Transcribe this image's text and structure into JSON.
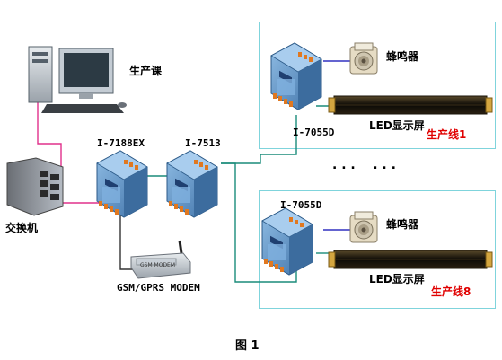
{
  "labels": {
    "production_dept": "生产课",
    "switch": "交换机",
    "i7188ex": "I-7188EX",
    "i7513": "I-7513",
    "modem": "GSM/GPRS MODEM",
    "modem_plate": "GSM MODEM",
    "buzzer_1": "蜂鸣器",
    "buzzer_2": "蜂鸣器",
    "i7055d_1": "I-7055D",
    "i7055d_2": "I-7055D",
    "led_1": "LED显示屏",
    "led_2": "LED显示屏",
    "line_1": "生产线1",
    "line_8": "生产线8",
    "ellipsis": ". . .    . . .",
    "caption": "图 1"
  },
  "colors": {
    "panel_border": "#7fd4dc",
    "ethernet_link": "#e0308c",
    "rs485_link": "#1a8c7a",
    "buzzer_link": "#3030c0",
    "modem_link": "#333333",
    "module_blue": "#5a8ec0",
    "terminal_orange": "#e07820",
    "label_red": "#e00000"
  },
  "icons": [
    "computer-icon",
    "network-switch-icon",
    "io-module-icon",
    "gsm-modem-icon",
    "buzzer-icon",
    "led-display-icon"
  ]
}
